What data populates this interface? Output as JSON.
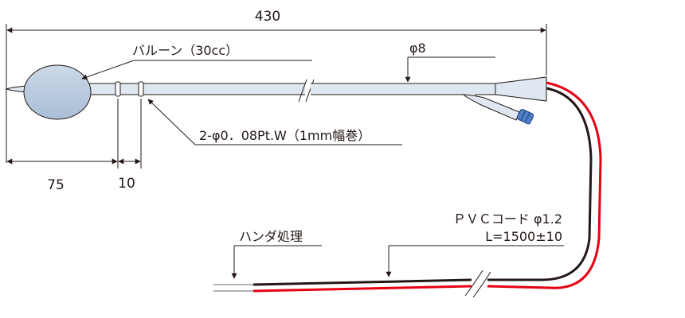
{
  "dimensions": {
    "overall_length": "430",
    "balloon_length": "75",
    "electrode_spacing": "10"
  },
  "labels": {
    "balloon": "バルーン（30cc）",
    "tube_diameter": "φ8",
    "electrodes": "2-φ0．08Pt.W（1mm幅巻）",
    "cord_type": "ＰＶＣコード φ1.2",
    "cord_length": "L=1500±10",
    "lead_end": "ハンダ処理"
  },
  "colors": {
    "outline": "#231815",
    "balloon_fill": "#b7c8dc",
    "tube_fill": "#dfe8f2",
    "connector": "#4f7fc7",
    "cord_red": "#e60012",
    "cord_black": "#231815"
  }
}
